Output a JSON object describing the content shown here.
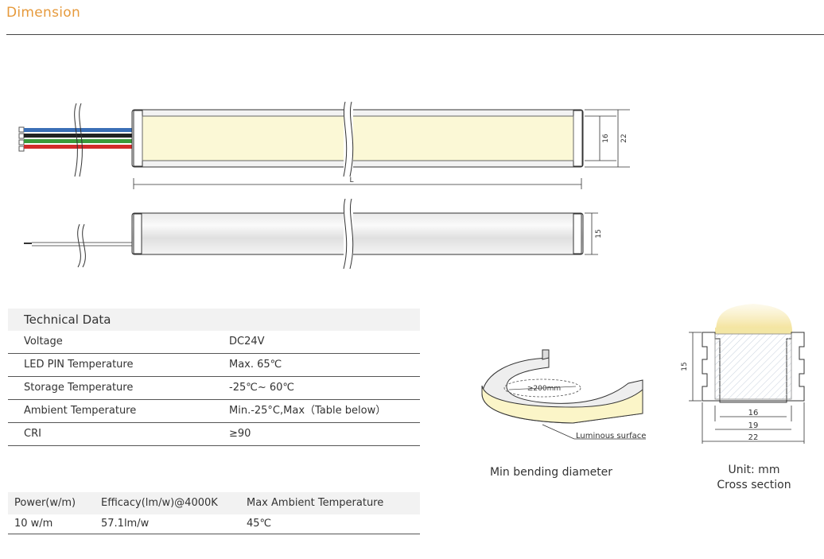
{
  "title": "Dimension",
  "drawing": {
    "length_label": "L",
    "dim_16": "16",
    "dim_22": "22",
    "dim_15": "15",
    "bend_label": "≥200mm",
    "luminous_label": "Luminous surface",
    "cs_15": "15",
    "cs_16": "16",
    "cs_19": "19",
    "cs_22": "22",
    "wire_colors": [
      "#3b6fb6",
      "#222222",
      "#3a9a3a",
      "#d22b2b"
    ]
  },
  "technical": {
    "heading": "Technical Data",
    "rows": [
      {
        "label": "Voltage",
        "value": "DC24V"
      },
      {
        "label": "LED PIN Temperature",
        "value": "Max. 65℃"
      },
      {
        "label": "Storage Temperature",
        "value": "-25℃~ 60℃"
      },
      {
        "label": "Ambient Temperature",
        "value": "Min.-25°C,Max（Table below）"
      },
      {
        "label": "CRI",
        "value": "≥90"
      }
    ]
  },
  "power_table": {
    "headers": [
      "Power(w/m)",
      "Efficacy(lm/w)@4000K",
      "Max Ambient Temperature"
    ],
    "row": [
      "10 w/m",
      "57.1lm/w",
      "45℃"
    ]
  },
  "captions": {
    "bending": "Min bending diameter",
    "unit": "Unit: mm",
    "cross": "Cross section"
  }
}
